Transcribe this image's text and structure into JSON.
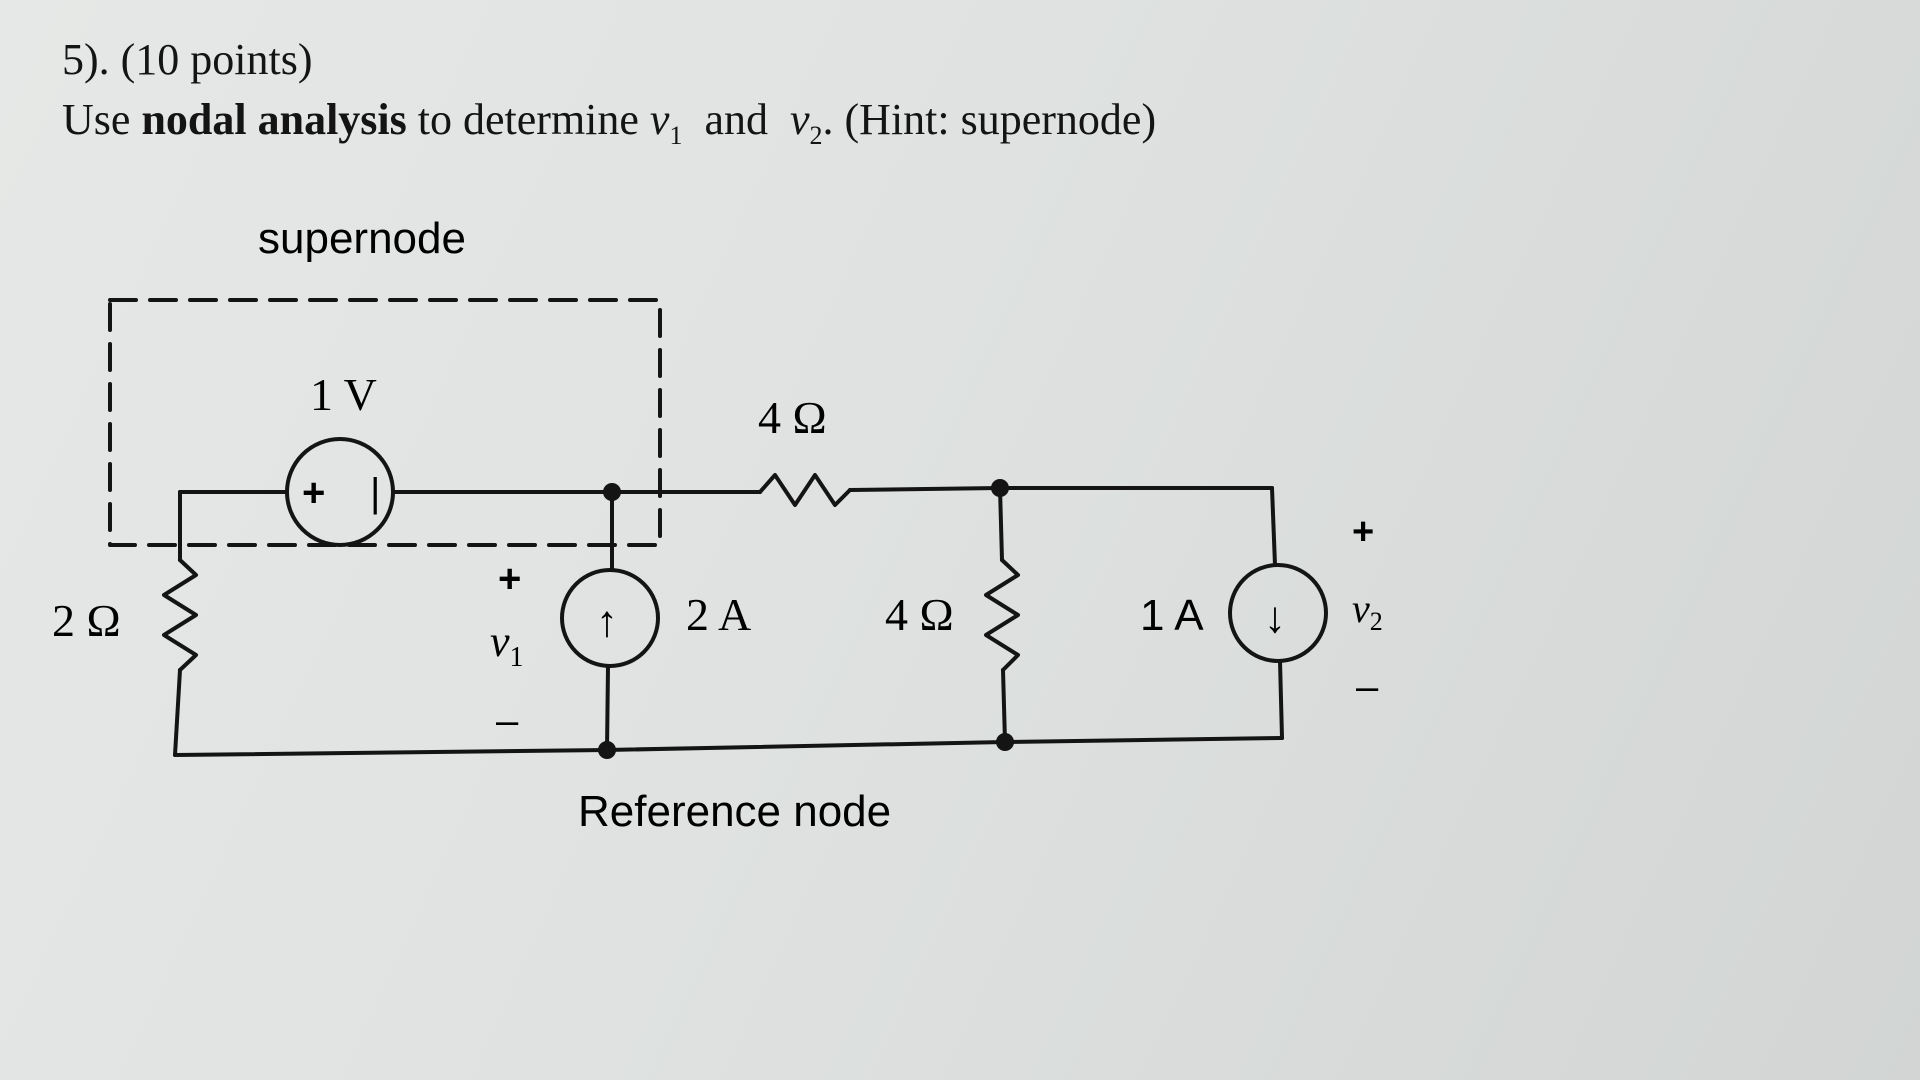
{
  "problem": {
    "number": "5). (10 points)",
    "intro": "Use",
    "bold": "nodal analysis",
    "middle": "to determine",
    "v1": "v",
    "v1_sub": "1",
    "and": "and",
    "v2": "v",
    "v2_sub": "2",
    "hint": ". (Hint: supernode)"
  },
  "circuit": {
    "supernode_label": "supernode",
    "reference_label": "Reference node",
    "source_1v": "1 V",
    "source_plus": "+",
    "source_minus": "|",
    "r_series": "4 Ω",
    "r_left": "2 Ω",
    "r_mid": "4 Ω",
    "current_2a": "2 A",
    "current_1a": "1 A",
    "arrow_up": "↑",
    "arrow_down": "↓",
    "v1_plus": "+",
    "v1_label": "v",
    "v1_sub": "1",
    "v1_minus": "–",
    "v2_plus": "+",
    "v2_label": "v",
    "v2_sub": "2",
    "v2_minus": "–"
  }
}
